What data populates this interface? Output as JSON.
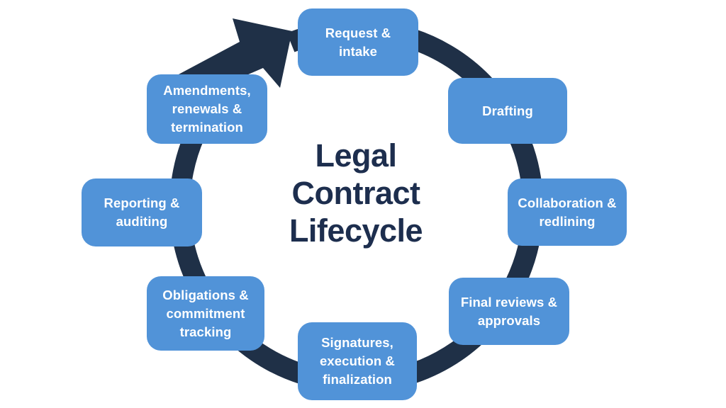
{
  "title": {
    "text": "Legal Contract Lifecycle",
    "line1": "Legal",
    "line2": "Contract",
    "line3": "Lifecycle"
  },
  "stages": [
    {
      "label": "Request &\nintake"
    },
    {
      "label": "Drafting"
    },
    {
      "label": "Collaboration &\nredlining"
    },
    {
      "label": "Final reviews &\napprovals"
    },
    {
      "label": "Signatures,\nexecution &\nfinalization"
    },
    {
      "label": "Obligations &\ncommitment\ntracking"
    },
    {
      "label": "Reporting &\nauditing"
    },
    {
      "label": "Amendments,\nrenewals &\ntermination"
    }
  ],
  "colors": {
    "box_blue": "#5193d8",
    "ring_navy": "#1f3047",
    "title_navy": "#1d2e4e",
    "box_text": "#ffffff",
    "background": "#ffffff"
  }
}
